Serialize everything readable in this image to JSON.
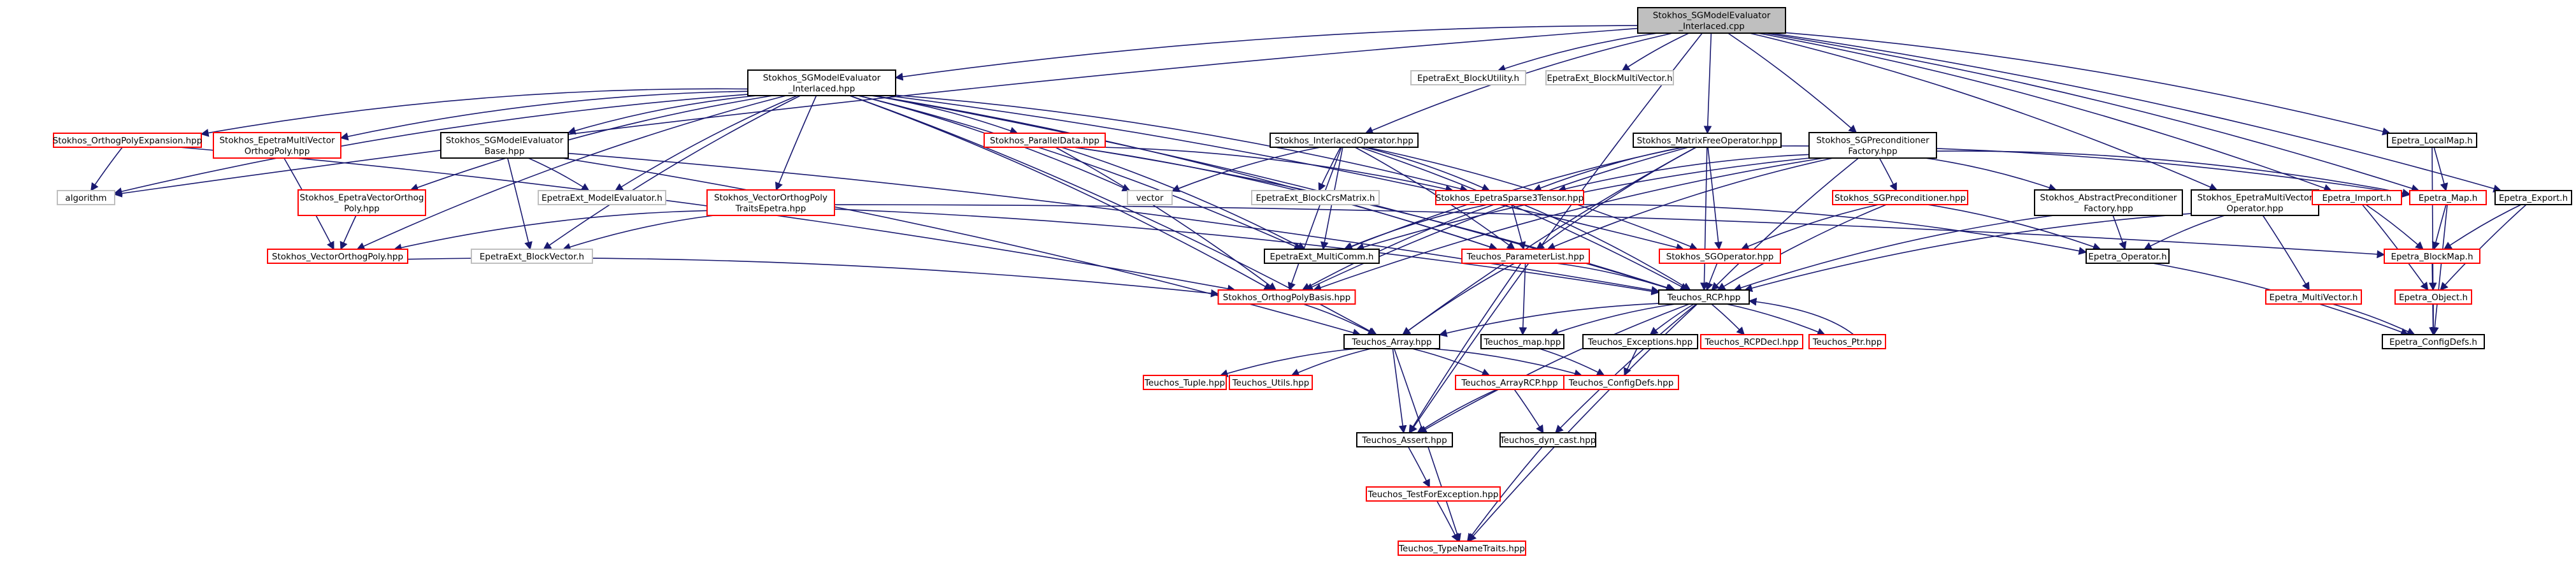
{
  "colors": {
    "edge": "#191970",
    "border_red": "#ff0000",
    "border_black": "#000000",
    "border_gray": "#bfbfbf",
    "root_fill": "#bfbfbf",
    "fill": "#ffffff"
  },
  "nodes": [
    {
      "id": "root",
      "lines": [
        "Stokhos_SGModelEvaluator",
        "_Interlaced.cpp"
      ],
      "style": "root"
    },
    {
      "id": "sgme_int_hpp",
      "lines": [
        "Stokhos_SGModelEvaluator",
        "_Interlaced.hpp"
      ],
      "style": "black"
    },
    {
      "id": "bu",
      "lines": [
        "EpetraExt_BlockUtility.h"
      ],
      "style": "gray"
    },
    {
      "id": "bmv",
      "lines": [
        "EpetraExt_BlockMultiVector.h"
      ],
      "style": "gray"
    },
    {
      "id": "lmap",
      "lines": [
        "Epetra_LocalMap.h"
      ],
      "style": "black"
    },
    {
      "id": "ope",
      "lines": [
        "Stokhos_OrthogPolyExpansion.hpp"
      ],
      "style": "red"
    },
    {
      "id": "emvop",
      "lines": [
        "Stokhos_EpetraMultiVector",
        "OrthogPoly.hpp"
      ],
      "style": "red"
    },
    {
      "id": "sgmeb",
      "lines": [
        "Stokhos_SGModelEvaluator",
        "Base.hpp"
      ],
      "style": "black"
    },
    {
      "id": "pd",
      "lines": [
        "Stokhos_ParallelData.hpp"
      ],
      "style": "red"
    },
    {
      "id": "iop",
      "lines": [
        "Stokhos_InterlacedOperator.hpp"
      ],
      "style": "black"
    },
    {
      "id": "mfo",
      "lines": [
        "Stokhos_MatrixFreeOperator.hpp"
      ],
      "style": "black"
    },
    {
      "id": "sgpf",
      "lines": [
        "Stokhos_SGPreconditioner",
        "Factory.hpp"
      ],
      "style": "black"
    },
    {
      "id": "algo",
      "lines": [
        "algorithm"
      ],
      "style": "gray"
    },
    {
      "id": "evop",
      "lines": [
        "Stokhos_EpetraVectorOrthog",
        "Poly.hpp"
      ],
      "style": "red"
    },
    {
      "id": "me",
      "lines": [
        "EpetraExt_ModelEvaluator.h"
      ],
      "style": "gray"
    },
    {
      "id": "vopte",
      "lines": [
        "Stokhos_VectorOrthogPoly",
        "TraitsEpetra.hpp"
      ],
      "style": "red"
    },
    {
      "id": "vec",
      "lines": [
        "vector"
      ],
      "style": "gray"
    },
    {
      "id": "bcrs",
      "lines": [
        "EpetraExt_BlockCrsMatrix.h"
      ],
      "style": "gray"
    },
    {
      "id": "est",
      "lines": [
        "Stokhos_EpetraSparse3Tensor.hpp"
      ],
      "style": "red"
    },
    {
      "id": "sgp",
      "lines": [
        "Stokhos_SGPreconditioner.hpp"
      ],
      "style": "red"
    },
    {
      "id": "apf",
      "lines": [
        "Stokhos_AbstractPreconditioner",
        "Factory.hpp"
      ],
      "style": "black"
    },
    {
      "id": "emvo",
      "lines": [
        "Stokhos_EpetraMultiVector",
        "Operator.hpp"
      ],
      "style": "black"
    },
    {
      "id": "imp",
      "lines": [
        "Epetra_Import.h"
      ],
      "style": "red"
    },
    {
      "id": "map",
      "lines": [
        "Epetra_Map.h"
      ],
      "style": "red"
    },
    {
      "id": "exp",
      "lines": [
        "Epetra_Export.h"
      ],
      "style": "black"
    },
    {
      "id": "vop",
      "lines": [
        "Stokhos_VectorOrthogPoly.hpp"
      ],
      "style": "red"
    },
    {
      "id": "bv",
      "lines": [
        "EpetraExt_BlockVector.h"
      ],
      "style": "gray"
    },
    {
      "id": "mc",
      "lines": [
        "EpetraExt_MultiComm.h"
      ],
      "style": "black"
    },
    {
      "id": "pl",
      "lines": [
        "Teuchos_ParameterList.hpp"
      ],
      "style": "red"
    },
    {
      "id": "sgop",
      "lines": [
        "Stokhos_SGOperator.hpp"
      ],
      "style": "red"
    },
    {
      "id": "eop",
      "lines": [
        "Epetra_Operator.h"
      ],
      "style": "black"
    },
    {
      "id": "bmap",
      "lines": [
        "Epetra_BlockMap.h"
      ],
      "style": "red"
    },
    {
      "id": "opb",
      "lines": [
        "Stokhos_OrthogPolyBasis.hpp"
      ],
      "style": "red"
    },
    {
      "id": "rcp",
      "lines": [
        "Teuchos_RCP.hpp"
      ],
      "style": "black"
    },
    {
      "id": "emv",
      "lines": [
        "Epetra_MultiVector.h"
      ],
      "style": "red"
    },
    {
      "id": "obj",
      "lines": [
        "Epetra_Object.h"
      ],
      "style": "red"
    },
    {
      "id": "arr",
      "lines": [
        "Teuchos_Array.hpp"
      ],
      "style": "black"
    },
    {
      "id": "tmap",
      "lines": [
        "Teuchos_map.hpp"
      ],
      "style": "black"
    },
    {
      "id": "exc",
      "lines": [
        "Teuchos_Exceptions.hpp"
      ],
      "style": "black"
    },
    {
      "id": "rcpd",
      "lines": [
        "Teuchos_RCPDecl.hpp"
      ],
      "style": "red"
    },
    {
      "id": "ptr",
      "lines": [
        "Teuchos_Ptr.hpp"
      ],
      "style": "red"
    },
    {
      "id": "ecd",
      "lines": [
        "Epetra_ConfigDefs.h"
      ],
      "style": "black"
    },
    {
      "id": "tup",
      "lines": [
        "Teuchos_Tuple.hpp"
      ],
      "style": "red"
    },
    {
      "id": "utl",
      "lines": [
        "Teuchos_Utils.hpp"
      ],
      "style": "red"
    },
    {
      "id": "arcp",
      "lines": [
        "Teuchos_ArrayRCP.hpp"
      ],
      "style": "red"
    },
    {
      "id": "tcd",
      "lines": [
        "Teuchos_ConfigDefs.hpp"
      ],
      "style": "red"
    },
    {
      "id": "ast",
      "lines": [
        "Teuchos_Assert.hpp"
      ],
      "style": "black"
    },
    {
      "id": "dyn",
      "lines": [
        "Teuchos_dyn_cast.hpp"
      ],
      "style": "black"
    },
    {
      "id": "tfe",
      "lines": [
        "Teuchos_TestForException.hpp"
      ],
      "style": "red"
    },
    {
      "id": "tnt",
      "lines": [
        "Teuchos_TypeNameTraits.hpp"
      ],
      "style": "red"
    }
  ],
  "edges": [
    [
      "root",
      "sgme_int_hpp"
    ],
    [
      "root",
      "bu"
    ],
    [
      "root",
      "bmv"
    ],
    [
      "root",
      "lmap"
    ],
    [
      "root",
      "iop"
    ],
    [
      "root",
      "mfo"
    ],
    [
      "root",
      "sgpf"
    ],
    [
      "root",
      "emvo"
    ],
    [
      "root",
      "imp"
    ],
    [
      "root",
      "map"
    ],
    [
      "root",
      "exp"
    ],
    [
      "root",
      "algo"
    ],
    [
      "root",
      "ast"
    ],
    [
      "sgme_int_hpp",
      "ope"
    ],
    [
      "sgme_int_hpp",
      "emvop"
    ],
    [
      "sgme_int_hpp",
      "sgmeb"
    ],
    [
      "sgme_int_hpp",
      "pd"
    ],
    [
      "sgme_int_hpp",
      "algo"
    ],
    [
      "sgme_int_hpp",
      "evop"
    ],
    [
      "sgme_int_hpp",
      "me"
    ],
    [
      "sgme_int_hpp",
      "vopte"
    ],
    [
      "sgme_int_hpp",
      "vec"
    ],
    [
      "sgme_int_hpp",
      "est"
    ],
    [
      "sgme_int_hpp",
      "vop"
    ],
    [
      "sgme_int_hpp",
      "bv"
    ],
    [
      "sgme_int_hpp",
      "mc"
    ],
    [
      "sgme_int_hpp",
      "pl"
    ],
    [
      "sgme_int_hpp",
      "sgop"
    ],
    [
      "sgme_int_hpp",
      "opb"
    ],
    [
      "sgme_int_hpp",
      "rcp"
    ],
    [
      "sgme_int_hpp",
      "arr"
    ],
    [
      "lmap",
      "map"
    ],
    [
      "lmap",
      "ecd"
    ],
    [
      "ope",
      "algo"
    ],
    [
      "ope",
      "opb"
    ],
    [
      "emvop",
      "vop"
    ],
    [
      "sgmeb",
      "me"
    ],
    [
      "sgmeb",
      "bv"
    ],
    [
      "sgmeb",
      "arr"
    ],
    [
      "sgmeb",
      "rcp"
    ],
    [
      "pd",
      "est"
    ],
    [
      "pd",
      "mc"
    ],
    [
      "pd",
      "opb"
    ],
    [
      "pd",
      "pl"
    ],
    [
      "pd",
      "rcp"
    ],
    [
      "iop",
      "vec"
    ],
    [
      "iop",
      "bcrs"
    ],
    [
      "iop",
      "est"
    ],
    [
      "iop",
      "sgop"
    ],
    [
      "iop",
      "mc"
    ],
    [
      "iop",
      "opb"
    ],
    [
      "iop",
      "pl"
    ],
    [
      "iop",
      "rcp"
    ],
    [
      "mfo",
      "est"
    ],
    [
      "mfo",
      "sgop"
    ],
    [
      "mfo",
      "mc"
    ],
    [
      "mfo",
      "opb"
    ],
    [
      "mfo",
      "pl"
    ],
    [
      "mfo",
      "rcp"
    ],
    [
      "mfo",
      "map"
    ],
    [
      "mfo",
      "arr"
    ],
    [
      "sgpf",
      "sgp"
    ],
    [
      "sgpf",
      "apf"
    ],
    [
      "sgpf",
      "est"
    ],
    [
      "sgpf",
      "mc"
    ],
    [
      "sgpf",
      "pl"
    ],
    [
      "sgpf",
      "rcp"
    ],
    [
      "sgpf",
      "map"
    ],
    [
      "sgpf",
      "opb"
    ],
    [
      "evop",
      "vop"
    ],
    [
      "vopte",
      "vop"
    ],
    [
      "vopte",
      "bv"
    ],
    [
      "vopte",
      "bmap"
    ],
    [
      "vopte",
      "rcp"
    ],
    [
      "est",
      "mc"
    ],
    [
      "est",
      "opb"
    ],
    [
      "est",
      "pl"
    ],
    [
      "est",
      "rcp"
    ],
    [
      "est",
      "eop"
    ],
    [
      "sgp",
      "sgop"
    ],
    [
      "sgp",
      "eop"
    ],
    [
      "sgp",
      "rcp"
    ],
    [
      "apf",
      "eop"
    ],
    [
      "apf",
      "rcp"
    ],
    [
      "emvo",
      "eop"
    ],
    [
      "emvo",
      "emv"
    ],
    [
      "emvo",
      "rcp"
    ],
    [
      "imp",
      "bmap"
    ],
    [
      "imp",
      "obj"
    ],
    [
      "map",
      "bmap"
    ],
    [
      "map",
      "ecd"
    ],
    [
      "exp",
      "bmap"
    ],
    [
      "exp",
      "obj"
    ],
    [
      "vop",
      "opb"
    ],
    [
      "pl",
      "arr"
    ],
    [
      "pl",
      "tmap"
    ],
    [
      "pl",
      "ast"
    ],
    [
      "pl",
      "rcp"
    ],
    [
      "sgop",
      "rcp"
    ],
    [
      "eop",
      "ecd"
    ],
    [
      "bmap",
      "obj"
    ],
    [
      "bmap",
      "ecd"
    ],
    [
      "opb",
      "arr"
    ],
    [
      "rcp",
      "arr"
    ],
    [
      "rcp",
      "tmap"
    ],
    [
      "rcp",
      "exc"
    ],
    [
      "rcp",
      "rcpd"
    ],
    [
      "rcp",
      "ptr"
    ],
    [
      "rcp",
      "ast"
    ],
    [
      "rcp",
      "dyn"
    ],
    [
      "rcp",
      "tnt"
    ],
    [
      "ptr",
      "rcp"
    ],
    [
      "emv",
      "ecd"
    ],
    [
      "obj",
      "ecd"
    ],
    [
      "arr",
      "tup"
    ],
    [
      "arr",
      "utl"
    ],
    [
      "arr",
      "arcp"
    ],
    [
      "arr",
      "tcd"
    ],
    [
      "arr",
      "ast"
    ],
    [
      "arr",
      "tnt"
    ],
    [
      "tmap",
      "tcd"
    ],
    [
      "exc",
      "tcd"
    ],
    [
      "arcp",
      "ast"
    ],
    [
      "arcp",
      "dyn"
    ],
    [
      "arcp",
      "tcd"
    ],
    [
      "ast",
      "tfe"
    ],
    [
      "dyn",
      "tnt"
    ],
    [
      "tfe",
      "tnt"
    ]
  ]
}
